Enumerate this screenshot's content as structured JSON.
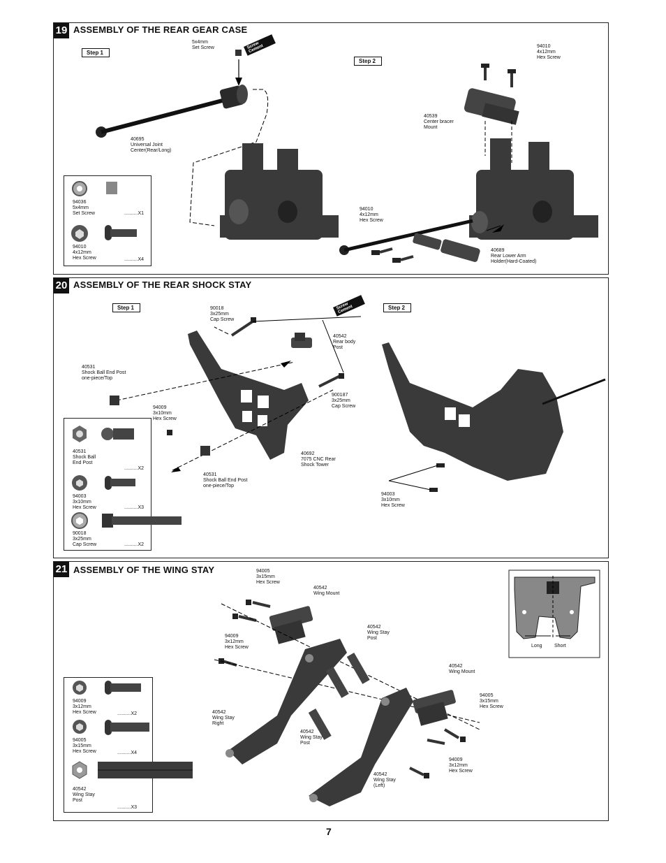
{
  "page_number": "7",
  "sections": [
    {
      "number": "19",
      "title": "ASSEMBLY OF THE REAR GEAR CASE",
      "step1": "Step 1",
      "step2": "Step 2",
      "screw_cement": "Screw\nCement",
      "labels": {
        "set_screw": "5x4mm\nSet Screw",
        "universal_joint": "40695\nUniversal Joint\nCenter(Rear/Long)",
        "hex_screw_top": "94010\n4x12mm\nHex Screw",
        "center_bracer": "40539\nCenter bracer\nMount",
        "hex_screw_bottom": "94010\n4x12mm\nHex Screw",
        "lower_arm_holder": "40689\nRear Lower Arm\nHolder(Hard-Coated)"
      },
      "parts": [
        {
          "label": "94036\n5x4mm\nSet Screw",
          "qty": "..........X1"
        },
        {
          "label": "94010\n4x12mm\nHex Screw",
          "qty": "..........X4"
        }
      ]
    },
    {
      "number": "20",
      "title": "ASSEMBLY OF THE REAR SHOCK STAY",
      "step1": "Step 1",
      "step2": "Step 2",
      "screw_cement": "Screw\nCement",
      "labels": {
        "cap_screw_top": "90018\n3x25mm\nCap Screw",
        "rear_body_post": "40542\nRear body\nPost",
        "shock_ball_top": "40531\nShock Ball End Post\none-piece/Top",
        "cap_screw_right": "900187\n3x25mm\nCap Screw",
        "hex_screw_mid": "94009\n3x10mm\nHex Screw",
        "shock_tower": "40692\n7075 CNC Rear\nShock Tower",
        "shock_ball_bottom": "40531\nShock Ball End Post\none-piece/Top",
        "hex_screw_step2": "94003\n3x10mm\nHex Screw"
      },
      "parts": [
        {
          "label": "40531\nShock Ball\nEnd Post",
          "qty": "..........X2"
        },
        {
          "label": "94003\n3x10mm\nHex Screw",
          "qty": "..........X3"
        },
        {
          "label": "90018\n3x25mm\nCap Screw",
          "qty": "..........X2"
        }
      ]
    },
    {
      "number": "21",
      "title": "ASSEMBLY OF THE WING STAY",
      "labels": {
        "hex_screw_15_top": "94005\n3x15mm\nHex Screw",
        "wing_mount_top": "40542\nWing Mount",
        "hex_screw_12_left": "94009\n3x12mm\nHex Screw",
        "wing_stay_post_top": "40542\nWing Stay\nPost",
        "wing_mount_right": "40542\nWing Mount",
        "hex_screw_15_right": "94005\n3x15mm\nHex Screw",
        "wing_stay_right": "40542\nWing Stay\nRight",
        "wing_stay_post_bottom": "40542\nWing Stay\nPost",
        "hex_screw_12_right": "94009\n3x12mm\nHex Screw",
        "wing_stay_left": "40542\nWing Stay",
        "wing_stay_left_sub": "(Left)"
      },
      "inset": {
        "long": "Long",
        "short": "Short"
      },
      "parts": [
        {
          "label": "94009\n3x12mm\nHex Screw",
          "qty": "..........X2"
        },
        {
          "label": "94005\n3x15mm\nHex Screw",
          "qty": "..........X4"
        },
        {
          "label": "40542\nWing Stay\nPost",
          "qty": "..........X3"
        }
      ]
    }
  ]
}
